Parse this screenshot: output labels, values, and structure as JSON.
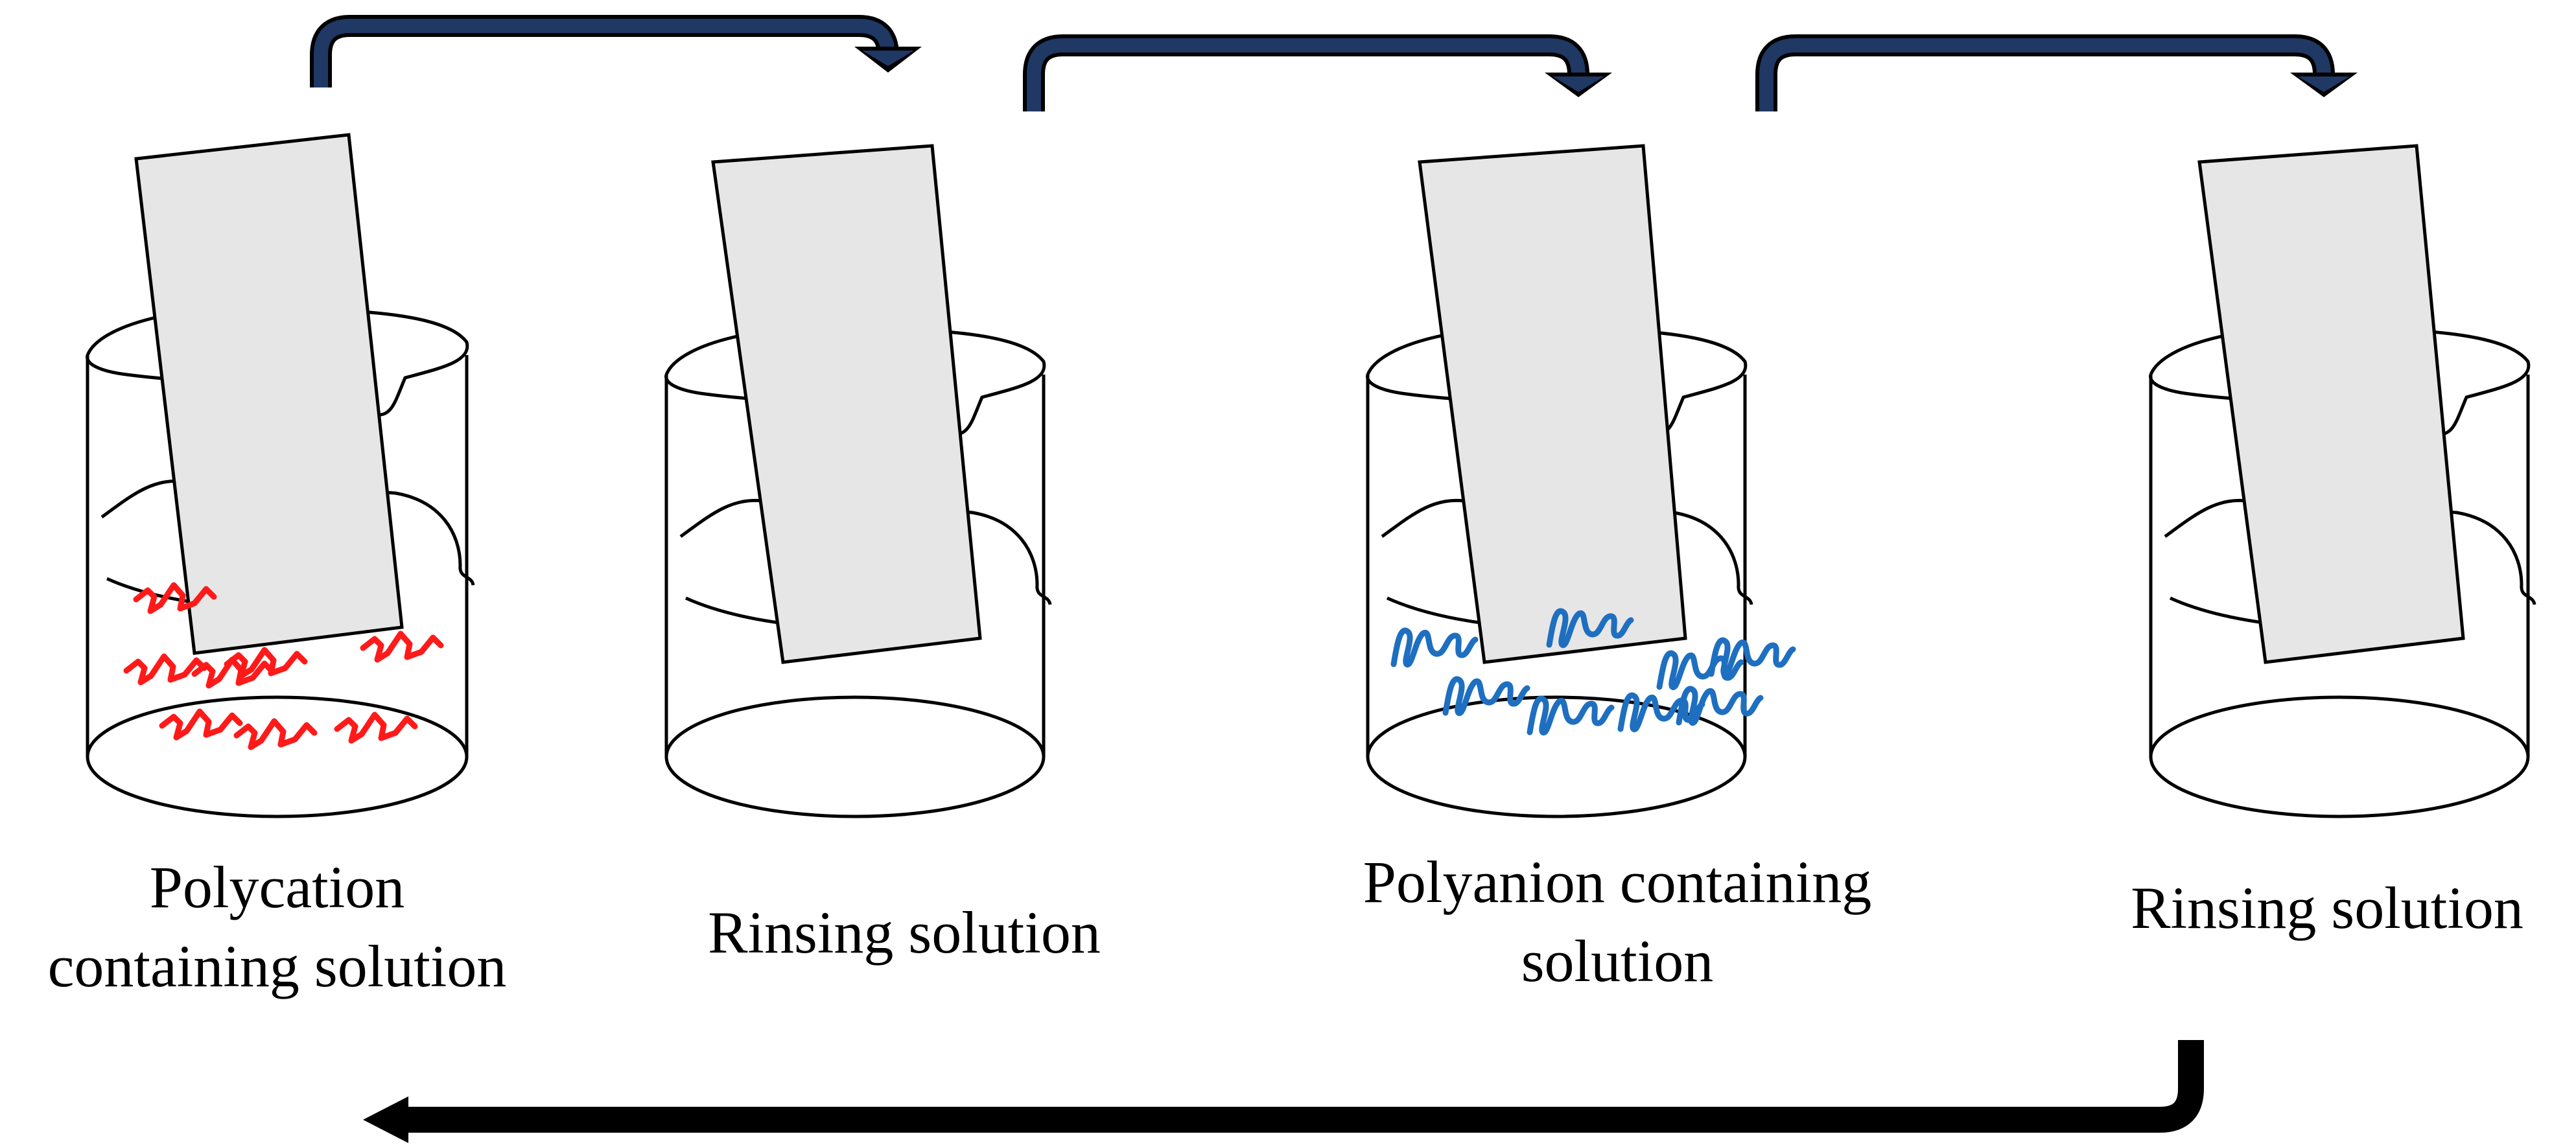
{
  "steps": [
    {
      "caption_lines": [
        "Polycation",
        "containing solution"
      ],
      "polymer": "polycation"
    },
    {
      "caption_lines": [
        "Rinsing solution"
      ],
      "polymer": "none"
    },
    {
      "caption_lines": [
        "Polyanion containing",
        "solution"
      ],
      "polymer": "polyanion"
    },
    {
      "caption_lines": [
        "Rinsing solution"
      ],
      "polymer": "none"
    }
  ],
  "colors": {
    "transfer_arrow": "#1f3864",
    "return_arrow": "#000000",
    "substrate_fill": "#e6e6e6",
    "polycation": "#ff1a1a",
    "polyanion": "#1f6fc0",
    "outline": "#000000"
  },
  "icons": {
    "transfer_arrow": "curved-arrow-icon",
    "return_arrow": "return-arrow-icon",
    "beaker": "beaker-icon",
    "substrate": "substrate-slide-icon"
  }
}
